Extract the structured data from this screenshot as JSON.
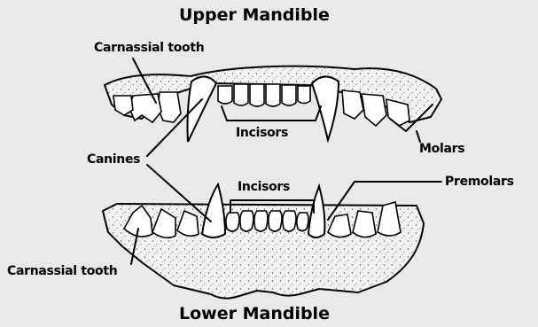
{
  "diagram": {
    "title_top": "Upper Mandible",
    "title_bottom": "Lower Mandible",
    "labels": {
      "carnassial_upper": "Carnassial tooth",
      "incisors_upper": "Incisors",
      "molars": "Molars",
      "canines": "Canines",
      "incisors_lower": "Incisors",
      "premolars": "Premolars",
      "carnassial_lower": "Carnassial tooth"
    },
    "colors": {
      "background": "#e9e9e9",
      "ink": "#000000",
      "bone_fill": "#f2f2f2",
      "tooth_fill": "#ffffff"
    }
  }
}
